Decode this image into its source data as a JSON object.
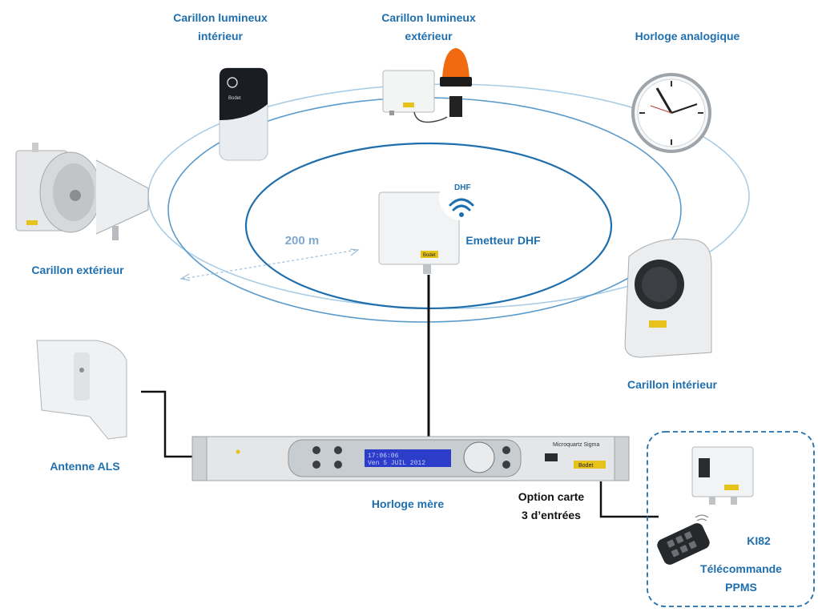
{
  "labels": {
    "carillon_lum_int": [
      "Carillon lumineux",
      "intérieur"
    ],
    "carillon_lum_ext": [
      "Carillon lumineux",
      "extérieur"
    ],
    "horloge_analogique": "Horloge analogique",
    "carillon_exterieur": "Carillon extérieur",
    "emetteur": "Emetteur DHF",
    "range": "200 m",
    "carillon_interieur": "Carillon intérieur",
    "antenne": "Antenne ALS",
    "horloge_mere": "Horloge mère",
    "option_carte": [
      "Option carte",
      "3 d’entrées"
    ],
    "ki82": "KI82",
    "telecommande": [
      "Télécommande",
      "PPMS"
    ]
  },
  "device_text": {
    "dhf_badge": "DHF",
    "brand": "Bodet",
    "model": "Microquartz Sigma",
    "lcd_line1": "17:06:06",
    "lcd_line2": "Ven 5 JUIL 2012"
  },
  "colors": {
    "label": "#1f6fae",
    "ring_outer": "#a9cde6",
    "ring_mid": "#5b9bcc",
    "ring_inner": "#1f6fae",
    "wire": "#111111"
  }
}
